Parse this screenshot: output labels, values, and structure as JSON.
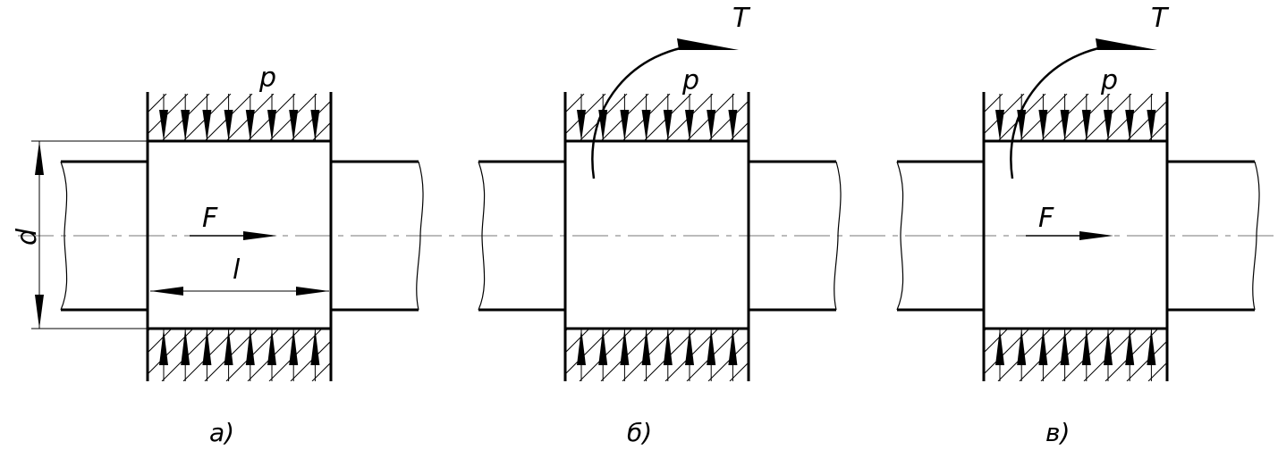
{
  "colors": {
    "ink": "#000000",
    "background": "#ffffff"
  },
  "panels": [
    {
      "caption": "a)",
      "pressure_label": "p",
      "force_label": "F",
      "length_label": "l",
      "diameter_label": "d",
      "has_torque": false,
      "has_force": true,
      "has_dimensions": true
    },
    {
      "caption": "б)",
      "pressure_label": "p",
      "torque_label": "T",
      "has_torque": true,
      "has_force": false,
      "has_dimensions": false
    },
    {
      "caption": "в)",
      "pressure_label": "p",
      "torque_label": "T",
      "force_label": "F",
      "has_torque": true,
      "has_force": true,
      "has_dimensions": false
    }
  ]
}
